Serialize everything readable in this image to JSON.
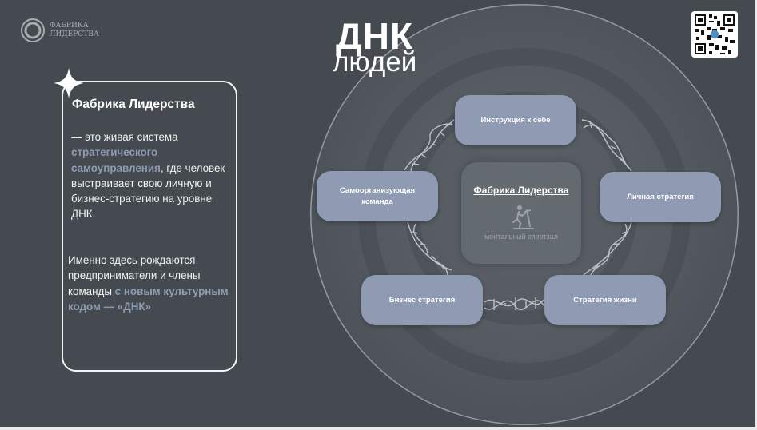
{
  "brand": {
    "logo_text_line1": "ФАБРИКА",
    "logo_text_line2": "ЛИДЕРСТВА"
  },
  "header": {
    "title_main": "ДНК",
    "title_sub": "людей"
  },
  "card": {
    "title": "Фабрика Лидерства",
    "para1_part1": "— это живая система ",
    "para1_hl": "стратегического самоуправления",
    "para1_part2": ", где человек выстраивает свою личную и бизнес-стратегию на уровне ДНК.",
    "para2_part1": "Именно здесь рождаются предприниматели и члены команды ",
    "para2_hl": "с новым культурным кодом — «ДНК»"
  },
  "diagram": {
    "center_title": "Фабрика Лидерства",
    "center_subtitle": "ментальный спортзал",
    "nodes": {
      "top": "Инструкция к себе",
      "right": "Личная стратегия",
      "bottom_right": "Стратегия жизни",
      "bottom_left": "Бизнес стратегия",
      "left": "Самоорганизующая команда"
    }
  },
  "colors": {
    "background": "#444a4f",
    "pill": "#8f9bb2",
    "highlight": "#8f9bb3",
    "text": "#ffffff"
  },
  "icons": {
    "logo": "swirl-logo-icon",
    "qr": "qr-code-icon",
    "star": "sparkle-star-icon",
    "runner": "treadmill-runner-icon",
    "dna": "dna-helix-icon"
  }
}
